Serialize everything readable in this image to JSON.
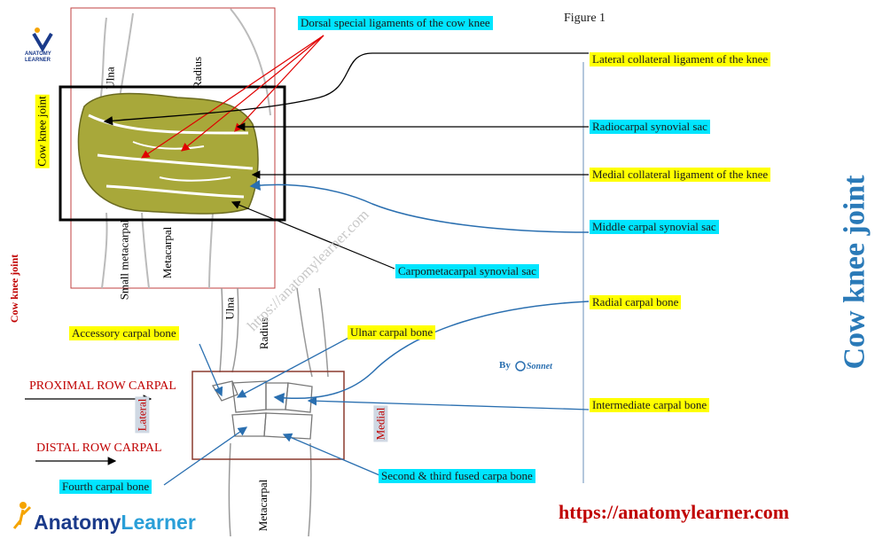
{
  "figure_label": "Figure 1",
  "main_title": "Cow knee joint",
  "side_title_top": "Cow knee joint",
  "side_title_left": "Cow knee joint",
  "website": "https://anatomylearner.com",
  "watermark": "https://anatomylearner.com",
  "credit_by": "By",
  "credit_name": "Sonnet",
  "logo_small_text": "ANATOMY LEARNER",
  "brand": {
    "part1": "Anatomy",
    "part2": "Learner"
  },
  "top_bones": {
    "ulna": "Ulna",
    "radius": "Radius",
    "small_metacarpal": "Small metacarpal",
    "metacarpal": "Metacarpal"
  },
  "bottom_bones": {
    "ulna": "Ulna",
    "radius": "Radius",
    "metacarpal": "Metacarpal"
  },
  "sides": {
    "lateral": "Lateral",
    "medial": "Medial"
  },
  "rows": {
    "proximal": "PROXIMAL ROW CARPAL",
    "distal": "DISTAL ROW CARPAL"
  },
  "labels": {
    "dorsal_ligaments": "Dorsal special ligaments of the cow knee",
    "lateral_collateral": "Lateral collateral ligament of the knee",
    "radiocarpal_sac": "Radiocarpal synovial sac",
    "medial_collateral": "Medial collateral ligament of the knee",
    "middle_carpal_sac": "Middle carpal synovial sac",
    "carpometacarpal_sac": "Carpometacarpal synovial sac",
    "radial_carpal": "Radial carpal bone",
    "accessory_carpal": "Accessory carpal bone",
    "ulnar_carpal": "Ulnar carpal bone",
    "intermediate_carpal": "Intermediate carpal bone",
    "fourth_carpal": "Fourth carpal bone",
    "second_third_fused": "Second & third fused carpa bone"
  },
  "colors": {
    "yellow": "#ffff00",
    "cyan": "#00e5ff",
    "ligament": "#a8a83a",
    "arrow_blue": "#2a6fb0",
    "arrow_red": "#e00000",
    "title_blue": "#2a7ab8",
    "url_red": "#c00000"
  }
}
